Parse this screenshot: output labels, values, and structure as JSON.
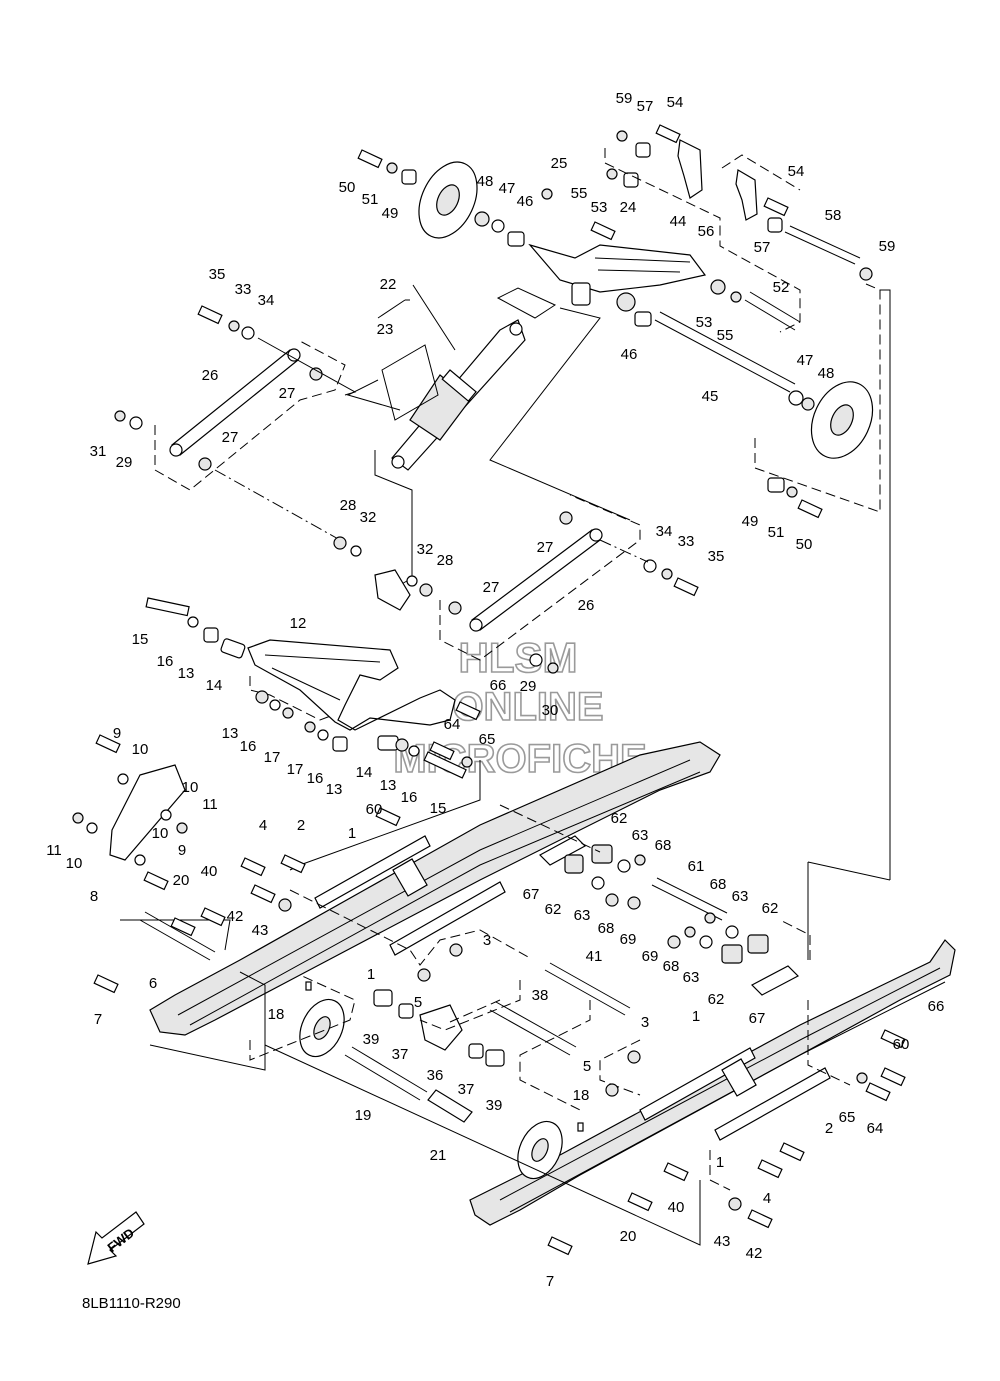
{
  "diagram_code": "8LB1110-R290",
  "fwd_label": "FWD",
  "watermark": {
    "line1": "HLSM",
    "line2": "ONLINE",
    "line3": "MICROFICHE"
  },
  "callouts": [
    {
      "id": "c59a",
      "n": "59"
    },
    {
      "id": "c57a",
      "n": "57"
    },
    {
      "id": "c54a",
      "n": "54"
    },
    {
      "id": "c54b",
      "n": "54"
    },
    {
      "id": "c50a",
      "n": "50"
    },
    {
      "id": "c51a",
      "n": "51"
    },
    {
      "id": "c49a",
      "n": "49"
    },
    {
      "id": "c48a",
      "n": "48"
    },
    {
      "id": "c47a",
      "n": "47"
    },
    {
      "id": "c46a",
      "n": "46"
    },
    {
      "id": "c25",
      "n": "25"
    },
    {
      "id": "c55a",
      "n": "55"
    },
    {
      "id": "c53a",
      "n": "53"
    },
    {
      "id": "c24",
      "n": "24"
    },
    {
      "id": "c56",
      "n": "56"
    },
    {
      "id": "c57b",
      "n": "57"
    },
    {
      "id": "c58",
      "n": "58"
    },
    {
      "id": "c59b",
      "n": "59"
    },
    {
      "id": "c44",
      "n": "44"
    },
    {
      "id": "c22",
      "n": "22"
    },
    {
      "id": "c23",
      "n": "23"
    },
    {
      "id": "c35a",
      "n": "35"
    },
    {
      "id": "c33a",
      "n": "33"
    },
    {
      "id": "c34a",
      "n": "34"
    },
    {
      "id": "c52",
      "n": "52"
    },
    {
      "id": "c53b",
      "n": "53"
    },
    {
      "id": "c55b",
      "n": "55"
    },
    {
      "id": "c46b",
      "n": "46"
    },
    {
      "id": "c47b",
      "n": "47"
    },
    {
      "id": "c48b",
      "n": "48"
    },
    {
      "id": "c45",
      "n": "45"
    },
    {
      "id": "c26a",
      "n": "26"
    },
    {
      "id": "c27a",
      "n": "27"
    },
    {
      "id": "c31",
      "n": "31"
    },
    {
      "id": "c29a",
      "n": "29"
    },
    {
      "id": "c27b",
      "n": "27"
    },
    {
      "id": "c49b",
      "n": "49"
    },
    {
      "id": "c51b",
      "n": "51"
    },
    {
      "id": "c50b",
      "n": "50"
    },
    {
      "id": "c28a",
      "n": "28"
    },
    {
      "id": "c32a",
      "n": "32"
    },
    {
      "id": "c27c",
      "n": "27"
    },
    {
      "id": "c34b",
      "n": "34"
    },
    {
      "id": "c33b",
      "n": "33"
    },
    {
      "id": "c35b",
      "n": "35"
    },
    {
      "id": "c32b",
      "n": "32"
    },
    {
      "id": "c28b",
      "n": "28"
    },
    {
      "id": "c27d",
      "n": "27"
    },
    {
      "id": "c26b",
      "n": "26"
    },
    {
      "id": "c15a",
      "n": "15"
    },
    {
      "id": "c12",
      "n": "12"
    },
    {
      "id": "c16a",
      "n": "16"
    },
    {
      "id": "c13a",
      "n": "13"
    },
    {
      "id": "c14a",
      "n": "14"
    },
    {
      "id": "c66a",
      "n": "66"
    },
    {
      "id": "c29b",
      "n": "29"
    },
    {
      "id": "c30",
      "n": "30"
    },
    {
      "id": "c13b",
      "n": "13"
    },
    {
      "id": "c16b",
      "n": "16"
    },
    {
      "id": "c17a",
      "n": "17"
    },
    {
      "id": "c64a",
      "n": "64"
    },
    {
      "id": "c65a",
      "n": "65"
    },
    {
      "id": "c17b",
      "n": "17"
    },
    {
      "id": "c16c",
      "n": "16"
    },
    {
      "id": "c13c",
      "n": "13"
    },
    {
      "id": "c14b",
      "n": "14"
    },
    {
      "id": "c13d",
      "n": "13"
    },
    {
      "id": "c16d",
      "n": "16"
    },
    {
      "id": "c15b",
      "n": "15"
    },
    {
      "id": "c9a",
      "n": "9"
    },
    {
      "id": "c10a",
      "n": "10"
    },
    {
      "id": "c10b",
      "n": "10"
    },
    {
      "id": "c11a",
      "n": "11"
    },
    {
      "id": "c60a",
      "n": "60"
    },
    {
      "id": "c11b",
      "n": "11"
    },
    {
      "id": "c10c",
      "n": "10"
    },
    {
      "id": "c10d",
      "n": "10"
    },
    {
      "id": "c9b",
      "n": "9"
    },
    {
      "id": "c4a",
      "n": "4"
    },
    {
      "id": "c2a",
      "n": "2"
    },
    {
      "id": "c1a",
      "n": "1"
    },
    {
      "id": "c62a",
      "n": "62"
    },
    {
      "id": "c63a",
      "n": "63"
    },
    {
      "id": "c68a",
      "n": "68"
    },
    {
      "id": "c8",
      "n": "8"
    },
    {
      "id": "c40a",
      "n": "40"
    },
    {
      "id": "c20a",
      "n": "20"
    },
    {
      "id": "c42a",
      "n": "42"
    },
    {
      "id": "c43a",
      "n": "43"
    },
    {
      "id": "c67a",
      "n": "67"
    },
    {
      "id": "c62b",
      "n": "62"
    },
    {
      "id": "c63b",
      "n": "63"
    },
    {
      "id": "c68b",
      "n": "68"
    },
    {
      "id": "c69a",
      "n": "69"
    },
    {
      "id": "c61",
      "n": "61"
    },
    {
      "id": "c68c",
      "n": "68"
    },
    {
      "id": "c63c",
      "n": "63"
    },
    {
      "id": "c62c",
      "n": "62"
    },
    {
      "id": "c3a",
      "n": "3"
    },
    {
      "id": "c6",
      "n": "6"
    },
    {
      "id": "c1b",
      "n": "1"
    },
    {
      "id": "c41",
      "n": "41"
    },
    {
      "id": "c69b",
      "n": "69"
    },
    {
      "id": "c68d",
      "n": "68"
    },
    {
      "id": "c63d",
      "n": "63"
    },
    {
      "id": "c62d",
      "n": "62"
    },
    {
      "id": "c7a",
      "n": "7"
    },
    {
      "id": "c18a",
      "n": "18"
    },
    {
      "id": "c5a",
      "n": "5"
    },
    {
      "id": "c38",
      "n": "38"
    },
    {
      "id": "c39a",
      "n": "39"
    },
    {
      "id": "c37a",
      "n": "37"
    },
    {
      "id": "c36",
      "n": "36"
    },
    {
      "id": "c3b",
      "n": "3"
    },
    {
      "id": "c1c",
      "n": "1"
    },
    {
      "id": "c67b",
      "n": "67"
    },
    {
      "id": "c66b",
      "n": "66"
    },
    {
      "id": "c60b",
      "n": "60"
    },
    {
      "id": "c5b",
      "n": "5"
    },
    {
      "id": "c37b",
      "n": "37"
    },
    {
      "id": "c39b",
      "n": "39"
    },
    {
      "id": "c65b",
      "n": "65"
    },
    {
      "id": "c64b",
      "n": "64"
    },
    {
      "id": "c19",
      "n": "19"
    },
    {
      "id": "c21",
      "n": "21"
    },
    {
      "id": "c18b",
      "n": "18"
    },
    {
      "id": "c2b",
      "n": "2"
    },
    {
      "id": "c1d",
      "n": "1"
    },
    {
      "id": "c4b",
      "n": "4"
    },
    {
      "id": "c40b",
      "n": "40"
    },
    {
      "id": "c20b",
      "n": "20"
    },
    {
      "id": "c43b",
      "n": "43"
    },
    {
      "id": "c42b",
      "n": "42"
    },
    {
      "id": "c7b",
      "n": "7"
    }
  ]
}
